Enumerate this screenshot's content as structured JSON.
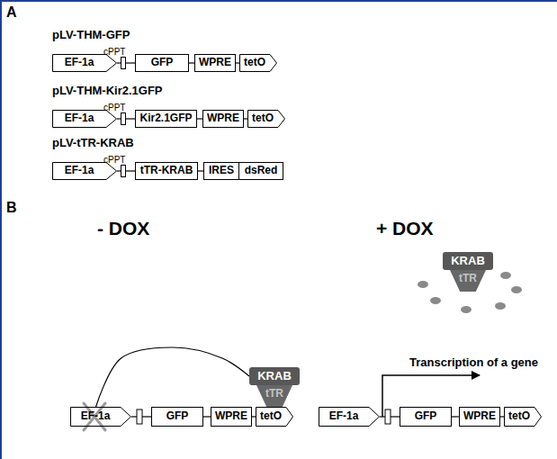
{
  "diagram": {
    "nodes": [
      {
        "text": [
          "EF-1a"
        ]
      },
      {
        "text": [
          "cPPT"
        ]
      },
      {
        "text": [
          "GFP"
        ]
      },
      {
        "text": [
          "WPRE"
        ]
      },
      {
        "text": [
          "tetO"
        ]
      },
      {
        "text": [
          "EF-1a"
        ]
      },
      {
        "text": [
          "cPPT"
        ]
      },
      {
        "text": [
          "Kir2.1GFP"
        ]
      },
      {
        "text": [
          "WPRE"
        ]
      },
      {
        "text": [
          "tetO"
        ]
      },
      {
        "text": [
          "EF-1a"
        ]
      },
      {
        "text": [
          "cPPT"
        ]
      },
      {
        "text": [
          "tTR-KRAB"
        ]
      },
      {
        "text": [
          "IRES"
        ]
      },
      {
        "text": [
          "dsRed"
        ]
      },
      {
        "text": [
          "EF-1a"
        ]
      },
      {
        "text": [
          "GFP"
        ]
      },
      {
        "text": [
          "WPRE"
        ]
      },
      {
        "text": [
          "tetO"
        ]
      },
      {
        "text": [
          "KRAB"
        ]
      },
      {
        "text": [
          "tTR"
        ]
      },
      {
        "text": [
          "EF-1a"
        ]
      },
      {
        "text": [
          "GFP"
        ]
      },
      {
        "text": [
          "WPRE"
        ]
      },
      {
        "text": [
          "tetO"
        ]
      },
      {
        "text": [
          "KRAB"
        ]
      },
      {
        "text": [
          "tTR"
        ]
      }
    ],
    "edges": [
      {
        "from": 0,
        "to": 1,
        "arrow": "none"
      },
      {
        "from": 1,
        "to": 2,
        "arrow": "none"
      },
      {
        "from": 2,
        "to": 3,
        "arrow": "none"
      },
      {
        "from": 3,
        "to": 4,
        "arrow": "none"
      },
      {
        "from": 5,
        "to": 6,
        "arrow": "none"
      },
      {
        "from": 6,
        "to": 7,
        "arrow": "none"
      },
      {
        "from": 7,
        "to": 8,
        "arrow": "none"
      },
      {
        "from": 8,
        "to": 9,
        "arrow": "none"
      },
      {
        "from": 10,
        "to": 11,
        "arrow": "none"
      },
      {
        "from": 11,
        "to": 12,
        "arrow": "none"
      },
      {
        "from": 12,
        "to": 13,
        "arrow": "none"
      },
      {
        "from": 15,
        "to": 16,
        "arrow": "none"
      },
      {
        "from": 16,
        "to": 17,
        "arrow": "none"
      },
      {
        "from": 17,
        "to": 18,
        "arrow": "none"
      },
      {
        "from": 19,
        "to": 15,
        "arrow": "none"
      },
      {
        "from": 21,
        "to": 22,
        "arrow": "none"
      },
      {
        "from": 22,
        "to": 23,
        "arrow": "none"
      },
      {
        "from": 23,
        "to": 24,
        "arrow": "none"
      }
    ],
    "labels": [
      "A",
      "pLV-THM-GFP",
      "pLV-THM-Kir2.1GFP",
      "pLV-tTR-KRAB",
      "B",
      "- DOX",
      "+ DOX",
      "Transcription of a gene"
    ]
  }
}
